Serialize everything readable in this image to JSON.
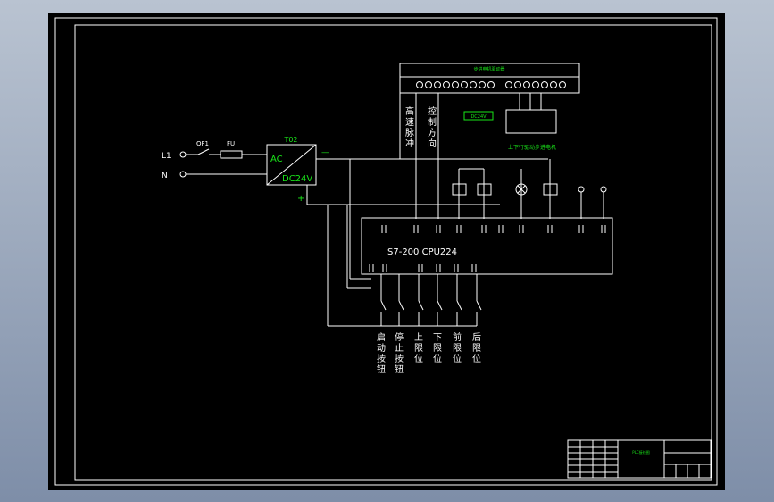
{
  "terminal_board": {
    "title": "步进电机驱动器"
  },
  "power_supply": {
    "id": "T02",
    "ac_label": "AC",
    "dc_label": "DC24V",
    "minus": "—",
    "plus": "+"
  },
  "inputs": {
    "line": "L1",
    "neutral": "N",
    "breaker": "QF1",
    "fuse": "FU"
  },
  "plc": {
    "model": "S7-200 CPU224"
  },
  "signals": {
    "pulse": "高速脉冲",
    "direction": "控制方向"
  },
  "dc_supply_label": "DC24V",
  "driver_note": "上下行驱动步进电机",
  "buttons": [
    "启动按钮",
    "停止按钮",
    "上限位",
    "下限位",
    "前限位",
    "后限位"
  ],
  "title_block": {
    "drawing_name": "PLC接线图"
  }
}
